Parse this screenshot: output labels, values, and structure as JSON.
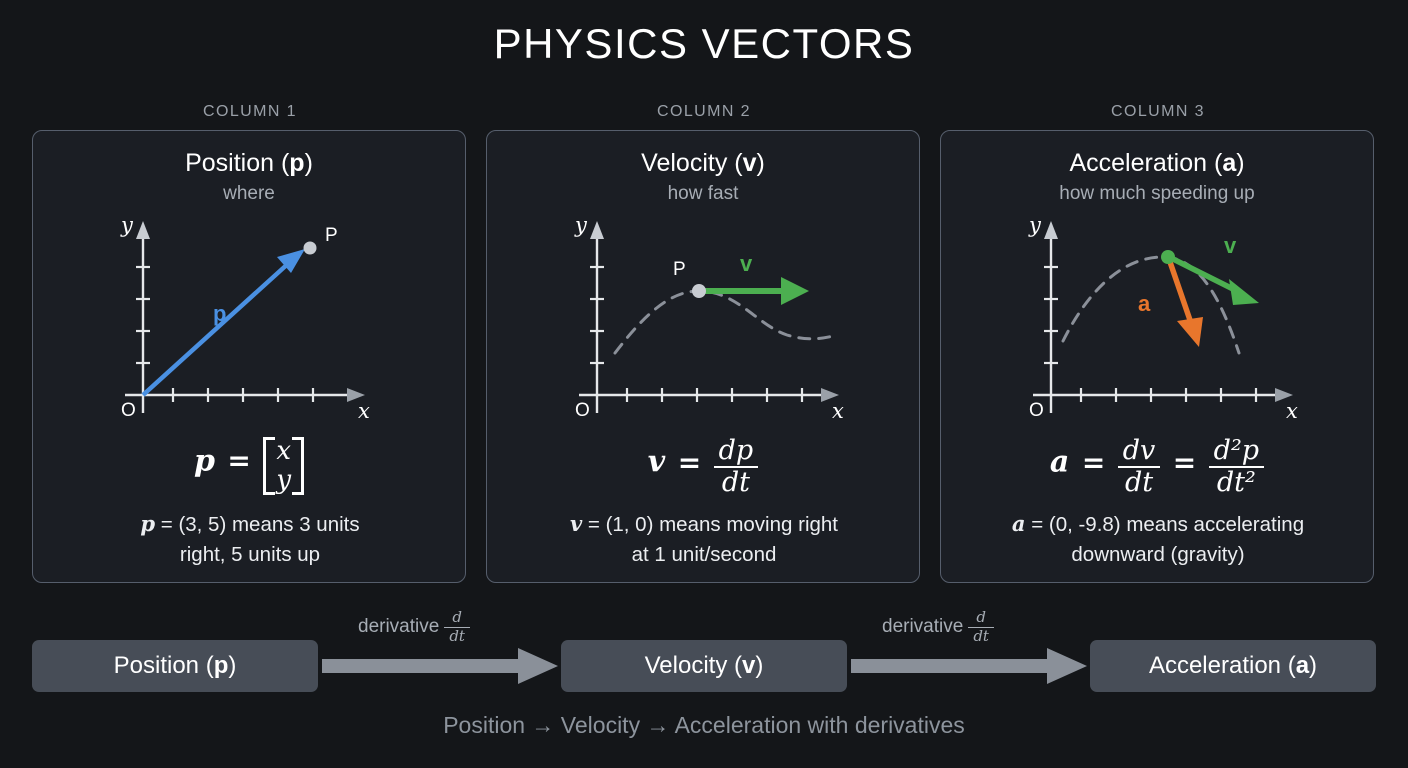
{
  "title": "PHYSICS VECTORS",
  "columns": [
    {
      "label": "COLUMN 1",
      "heading": "Position (p)",
      "subheading": "where",
      "axis": {
        "x": "x",
        "y": "y",
        "origin": "O"
      },
      "point_label": "P",
      "vector_label": "p",
      "vector_color": "#4a90e2",
      "formula": "p = [x y]",
      "caption": "p = (3, 5) means 3 units right, 5 units up"
    },
    {
      "label": "COLUMN 2",
      "heading": "Velocity (v)",
      "subheading": "how fast",
      "axis": {
        "x": "x",
        "y": "y",
        "origin": "O"
      },
      "point_label": "P",
      "vector_label": "v",
      "vector_color": "#4caf50",
      "formula": "v = dp/dt",
      "caption": "v = (1, 0) means moving right at 1 unit/second"
    },
    {
      "label": "COLUMN 3",
      "heading": "Acceleration (a)",
      "subheading": "how much speeding up",
      "axis": {
        "x": "x",
        "y": "y",
        "origin": "O"
      },
      "point_label": "",
      "vector_label": "v",
      "vector_label_2": "a",
      "vector_color": "#4caf50",
      "vector_color_2": "#e8762c",
      "formula": "a = dv/dt = d²p/dt²",
      "caption": "a = (0, -9.8) means accelerating downward (gravity)"
    }
  ],
  "formula_parts": {
    "c1": {
      "lhs": "p",
      "eq": "=",
      "row1": "x",
      "row2": "y"
    },
    "c2": {
      "lhs": "v",
      "eq": "=",
      "num": "dp",
      "den": "dt"
    },
    "c3": {
      "lhs": "a",
      "eq1": "=",
      "num1": "dv",
      "den1": "dt",
      "eq2": "=",
      "num2": "d²p",
      "den2": "dt²"
    }
  },
  "chain": {
    "boxes": [
      {
        "label": "Position (p)"
      },
      {
        "label": "Velocity (v)"
      },
      {
        "label": "Acceleration (a)"
      }
    ],
    "arrows": [
      {
        "label": "derivative",
        "num": "d",
        "den": "dt"
      },
      {
        "label": "derivative",
        "num": "d",
        "den": "dt"
      }
    ],
    "arrow_color": "#8a9099",
    "box_color": "#474d57"
  },
  "footer": "Position → Velocity → Acceleration with derivatives",
  "theme": {
    "page_bg": "#141619",
    "panel_bg": "#1b1e24",
    "panel_border": "#565e6c",
    "axis_color": "#e6e8ea",
    "curve_color": "#8b9099",
    "point_color": "#c8ccd2",
    "muted_text": "#9aa0a8"
  }
}
